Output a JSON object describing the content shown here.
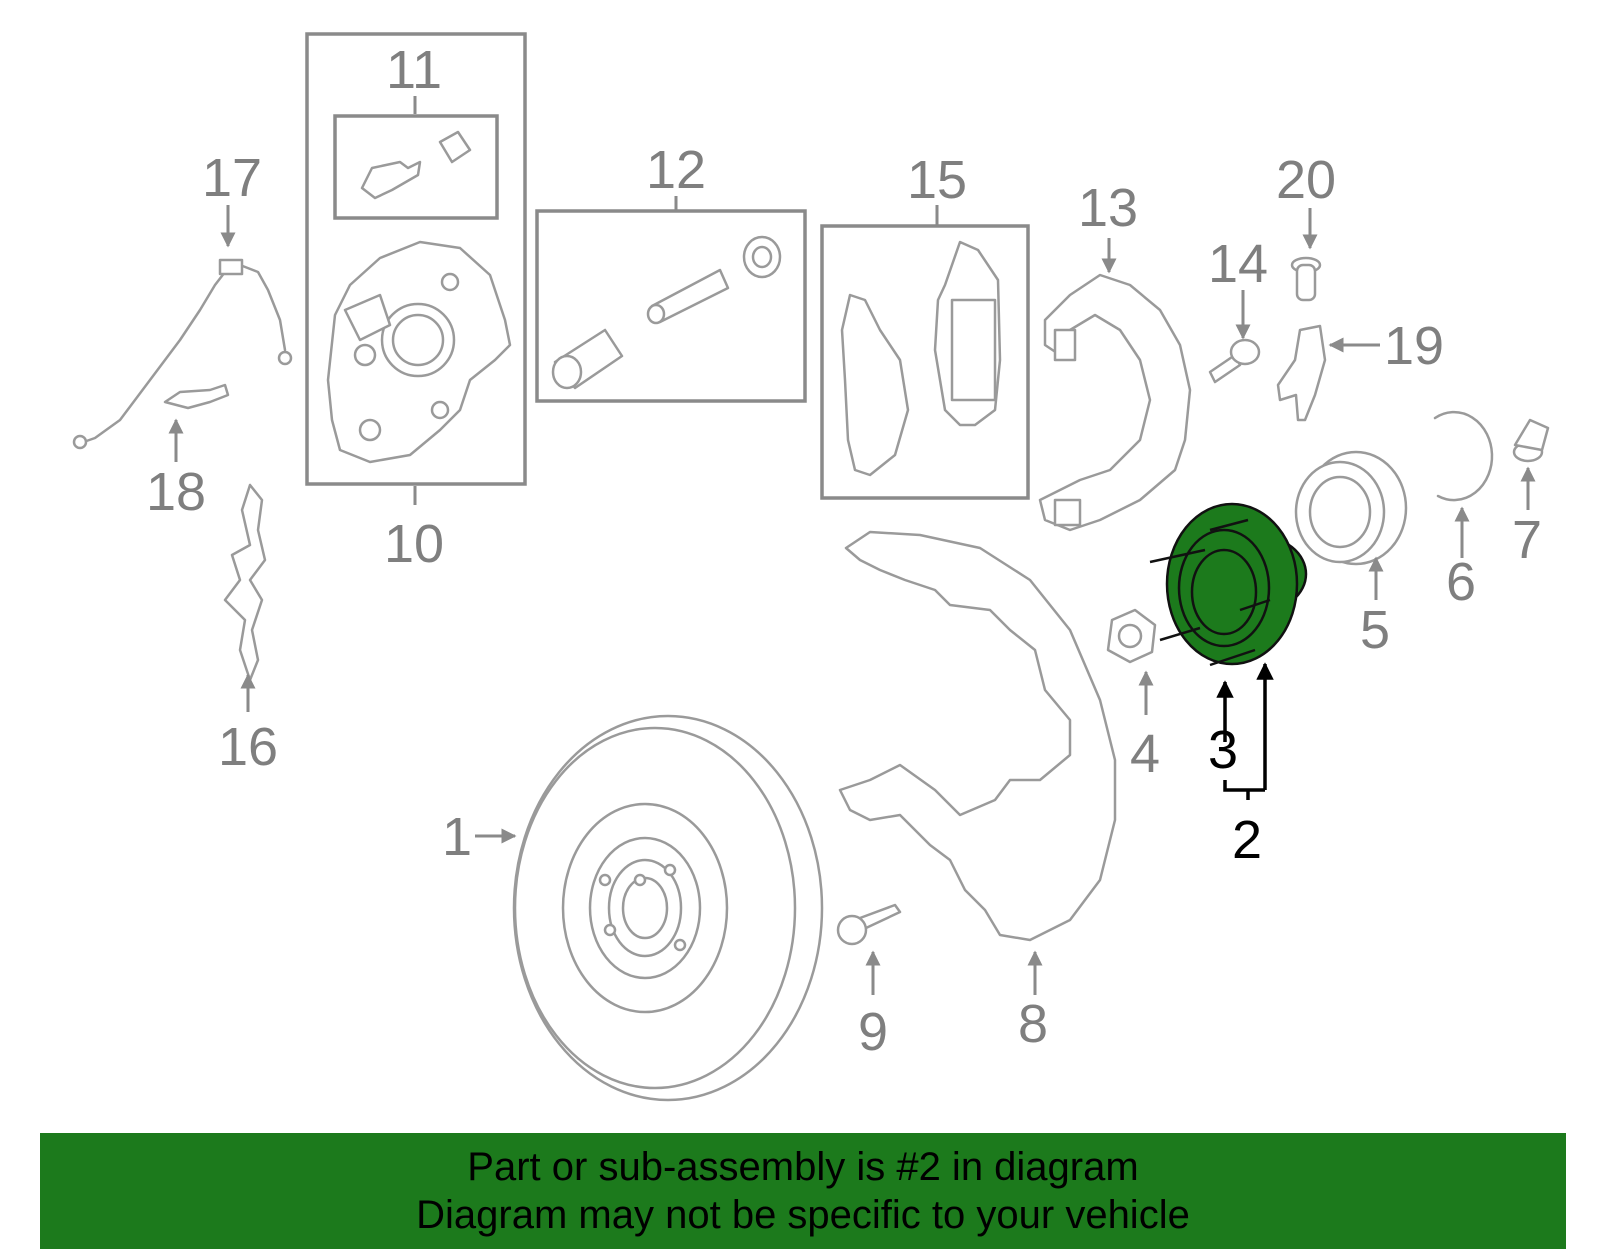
{
  "colors": {
    "highlight": "#1c7a1c",
    "parts": "#9a9a9a",
    "labels": "#7f7f7f"
  },
  "callouts": {
    "c1": "1",
    "c2": "2",
    "c3": "3",
    "c4": "4",
    "c5": "5",
    "c6": "6",
    "c7": "7",
    "c8": "8",
    "c9": "9",
    "c10": "10",
    "c11": "11",
    "c12": "12",
    "c13": "13",
    "c14": "14",
    "c15": "15",
    "c16": "16",
    "c17": "17",
    "c18": "18",
    "c19": "19",
    "c20": "20"
  },
  "highlighted_part": "2",
  "banner": {
    "line1": "Part or sub-assembly is #2 in diagram",
    "line2": "Diagram may not be specific to your vehicle"
  }
}
